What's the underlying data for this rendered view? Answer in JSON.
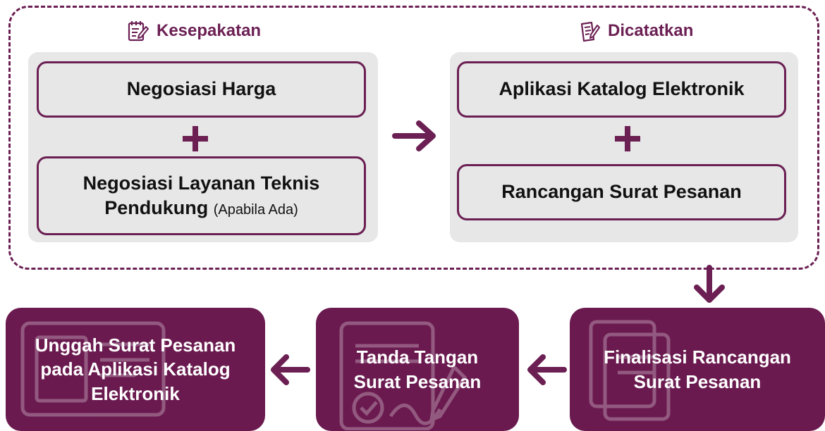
{
  "colors": {
    "accent": "#6b1f53",
    "step_bg": "#6a1a4f",
    "panel_bg": "#e7e7e7"
  },
  "sections": {
    "left": {
      "title": "Kesepakatan",
      "icon": "notepad-pen-icon"
    },
    "right": {
      "title": "Dicatatkan",
      "icon": "document-pen-icon"
    }
  },
  "cards": {
    "negotiation_price": "Negosiasi Harga",
    "negotiation_service_line1": "Negosiasi Layanan Teknis",
    "negotiation_service_line2": "Pendukung",
    "negotiation_service_note": "(Apabila Ada)",
    "catalog_app": "Aplikasi Katalog Elektronik",
    "order_draft": "Rancangan Surat Pesanan"
  },
  "steps": {
    "finalize": [
      "Finalisasi Rancangan",
      "Surat Pesanan"
    ],
    "sign": [
      "Tanda Tangan",
      "Surat Pesanan"
    ],
    "upload": [
      "Unggah Surat Pesanan",
      "pada Aplikasi Katalog",
      "Elektronik"
    ]
  }
}
